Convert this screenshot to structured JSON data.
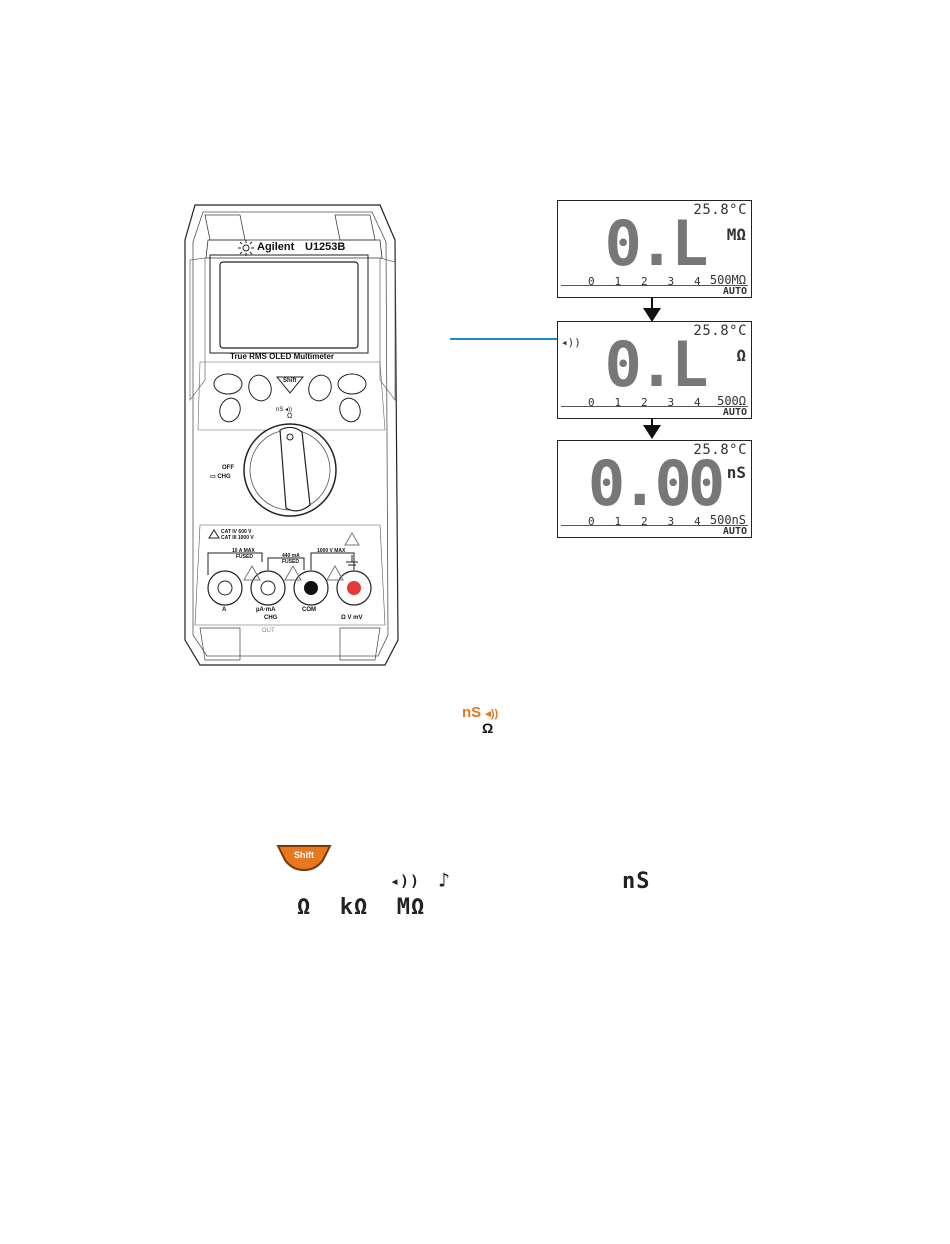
{
  "meter": {
    "brand": "Agilent",
    "model": "U1253B",
    "subtitle": "True RMS OLED Multimeter",
    "shift_label": "Shift",
    "dial_label_top": "nS ◂))",
    "dial_label_omega": "Ω",
    "off_label": "OFF",
    "chg_label": "CHG",
    "cat_line1": "CAT IV 600 V",
    "cat_line2": "CAT III 1000 V",
    "label_10a": "10 A MAX",
    "label_10a_fused": "FUSED",
    "label_440": "440 mA",
    "label_440_fused": "FUSED",
    "label_1000v": "1000 V MAX",
    "jack_a": "A",
    "jack_ua": "µA·mA",
    "jack_chg": "CHG",
    "jack_out": "OUT",
    "jack_com": "COM",
    "jack_v": "Ω V mV"
  },
  "displays": [
    {
      "temp": "25.8°C",
      "value": "0.L",
      "unit": "MΩ",
      "range": "500MΩ",
      "scale": "0   1   2   3   4",
      "auto": "AUTO",
      "beep": ""
    },
    {
      "temp": "25.8°C",
      "value": "0.L",
      "unit": "Ω",
      "range": "500Ω",
      "scale": "0   1   2   3   4",
      "auto": "AUTO",
      "beep": "◂))"
    },
    {
      "temp": "25.8°C",
      "value": "0.00",
      "unit": "nS",
      "range": "500nS",
      "scale": "0   1   2   3   4",
      "auto": "AUTO",
      "beep": ""
    }
  ],
  "legend": {
    "ns_label": "nS",
    "omega_label": "Ω",
    "shift_button": "Shift",
    "beep_symbol": "◂))",
    "note_symbol": "♪",
    "ns_segment": "nS",
    "ohm_units": "Ω  kΩ  MΩ"
  },
  "colors": {
    "accent": "#e87722",
    "callout_line": "#1e88c8"
  }
}
